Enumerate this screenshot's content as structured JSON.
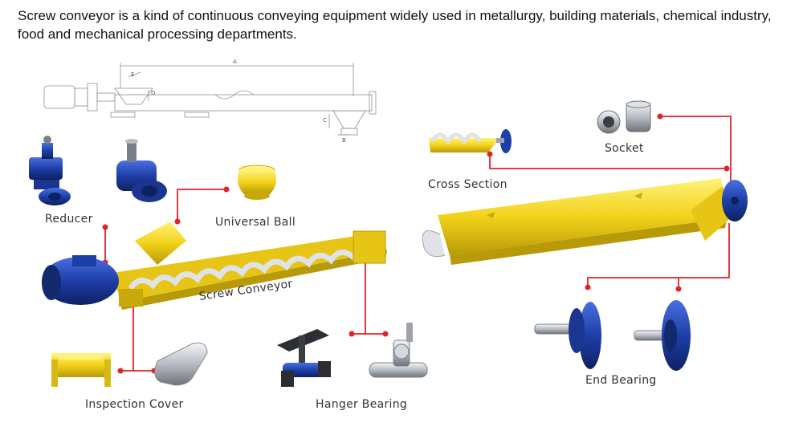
{
  "intro_text": "Screw conveyor is a kind of continuous conveying equipment widely used in metallurgy, building materials, chemical industry, food and mechanical processing departments.",
  "dimension_labels": {
    "a": "A",
    "b": "B",
    "c": "C",
    "d": "D",
    "e": "E"
  },
  "labels": {
    "reducer": "Reducer",
    "universal_ball": "Universal Ball",
    "screw_conveyor": "Screw Conveyor",
    "inspection_cover": "Inspection Cover",
    "hanger_bearing": "Hanger Bearing",
    "cross_section": "Cross Section",
    "socket": "Socket",
    "end_bearing": "End Bearing"
  },
  "colors": {
    "yellow": "#f2d21a",
    "yellow_dark": "#c9a80c",
    "blue": "#1d3fa8",
    "blue_dark": "#12296e",
    "connector": "#e0232a",
    "steel": "#c8ccd2",
    "dark_steel": "#3a3d42"
  },
  "icons": [
    "reducer-icon",
    "universal-ball-icon",
    "screw-conveyor-icon",
    "inspection-cover-icon",
    "hanger-bearing-icon",
    "cross-section-icon",
    "socket-icon",
    "end-bearing-icon",
    "drawing-icon"
  ]
}
